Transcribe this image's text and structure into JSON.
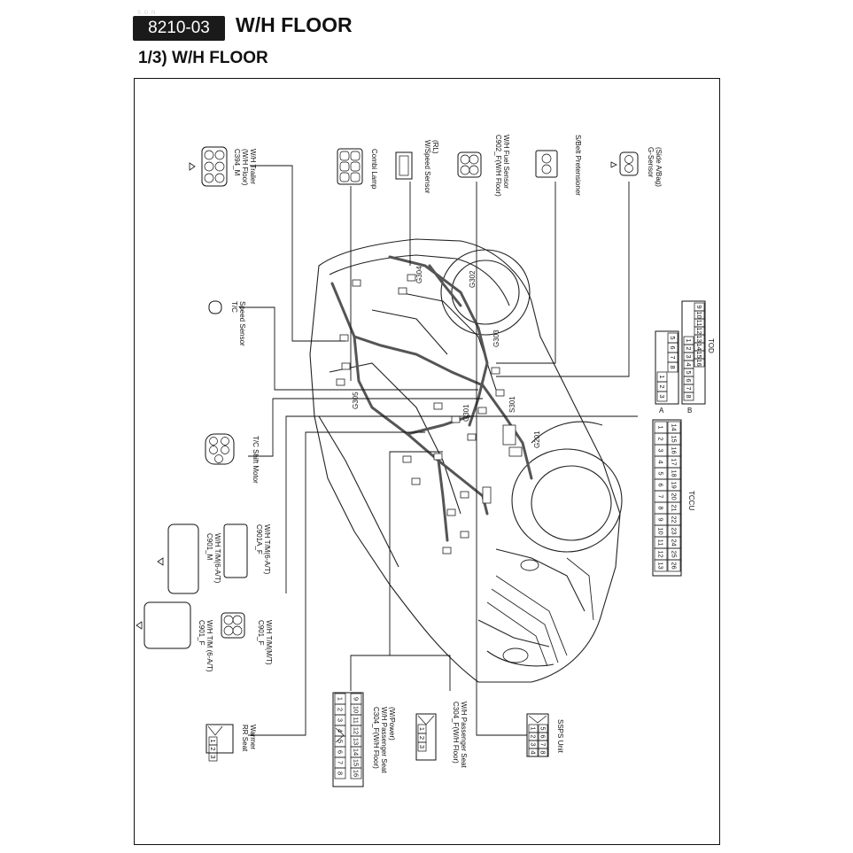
{
  "header": {
    "brand_label": "S.G.N",
    "code": "8210-03",
    "title": "W/H FLOOR",
    "subtitle": "1/3) W/H FLOOR"
  },
  "connectors": {
    "c394": [
      "C394_M",
      "(W/H Floor)",
      "W/H Trailer"
    ],
    "combi_lamp": [
      "Combi Lamp"
    ],
    "wspeed": [
      "W/Speed Sensor",
      "(RL)"
    ],
    "c902": [
      "C902_F(W/H Floor)",
      "W/H Fuel Sensor"
    ],
    "sbelt": [
      "S/Belt Pretensioner"
    ],
    "gsensor": [
      "G-Sensor",
      "(Side A/Bag)"
    ],
    "tc_speed": [
      "T/C",
      "Speed Sensor"
    ],
    "tc_shift": [
      "T/C Shift Motor"
    ],
    "c901_m": [
      "C901_M",
      "W/H T/M(6-A/T)"
    ],
    "c901a_f": [
      "C901A_F",
      "W/H T/M(6-A/T)"
    ],
    "c901_f_at": [
      "C901_F",
      "W/H T/M (6-A/T)"
    ],
    "c901_f_mt": [
      "C901_F",
      "W/H T/M(M/T)"
    ],
    "rr_seat": [
      "RR Seat",
      "Warmer"
    ],
    "c304_power": [
      "C304_F(W/H Floor)",
      "W/H Passenger Seat",
      "(W/Power)"
    ],
    "c304_nopower": [
      "C304_F(W/H Floor)",
      "W/H Passenger Seat"
    ],
    "ssps": [
      "SSPS Unit"
    ],
    "tod": [
      "TOD"
    ],
    "tccu": [
      "TCCU"
    ],
    "tod_a": "A",
    "tod_b": "B"
  },
  "grounds": {
    "g302": "G302",
    "g304": "G304",
    "g303": "G303",
    "g305": "G305",
    "g301": "G301",
    "s301": "S301",
    "g201": "G201"
  },
  "colors": {
    "header_bg": "#1a1a1a",
    "line": "#111111",
    "harness": "#555555"
  }
}
